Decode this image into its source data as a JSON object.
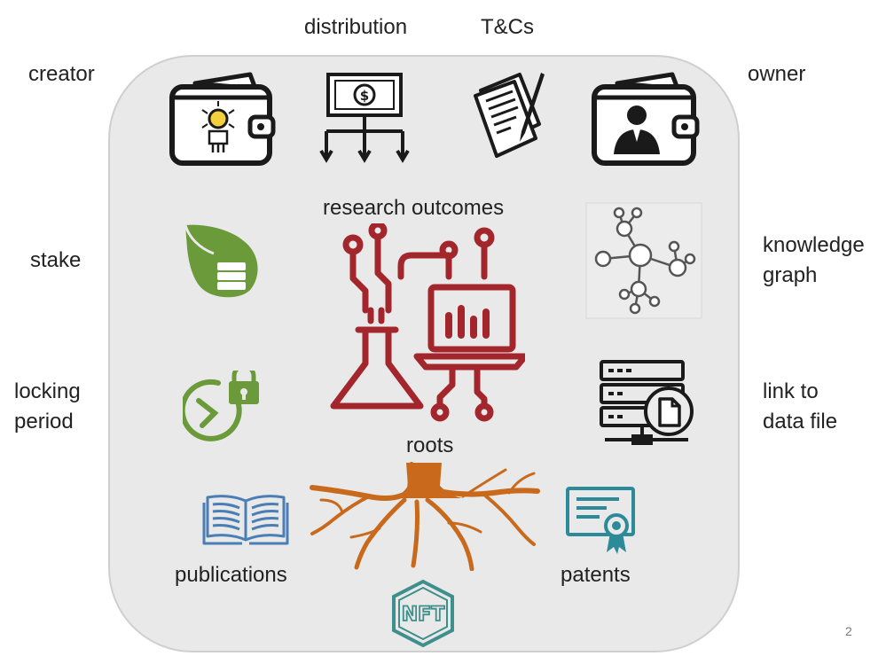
{
  "labels": {
    "distribution": "distribution",
    "tcs": "T&Cs",
    "creator": "creator",
    "owner": "owner",
    "research_outcomes": "research outcomes",
    "stake": "stake",
    "knowledge_line1": "knowledge",
    "knowledge_line2": "graph",
    "locking_line1": "locking",
    "locking_line2": "period",
    "link_line1": "link to",
    "link_line2": "data file",
    "roots": "roots",
    "publications": "publications",
    "patents": "patents",
    "nft": "NFT"
  },
  "page_number": "2",
  "icons": {
    "creator": "wallet-lightbulb-icon",
    "distribution": "money-distribution-icon",
    "tcs": "contract-pen-icon",
    "owner": "wallet-person-icon",
    "stake": "hand-coins-icon",
    "knowledge": "knowledge-graph-icon",
    "research": "lab-flask-laptop-circuit-icon",
    "locking": "clock-lock-icon",
    "link": "server-file-icon",
    "roots": "tree-roots-icon",
    "publications": "open-book-icon",
    "patents": "certificate-icon",
    "nft": "nft-hexagon-icon"
  },
  "colors": {
    "panel": "#e9e9e9",
    "research": "#a3262d",
    "green": "#6a9a3a",
    "roots": "#c8691c",
    "blue": "#4a7fb5",
    "teal": "#2d8a99",
    "nft": "#3f8f8c",
    "dark": "#1a1a1a"
  }
}
